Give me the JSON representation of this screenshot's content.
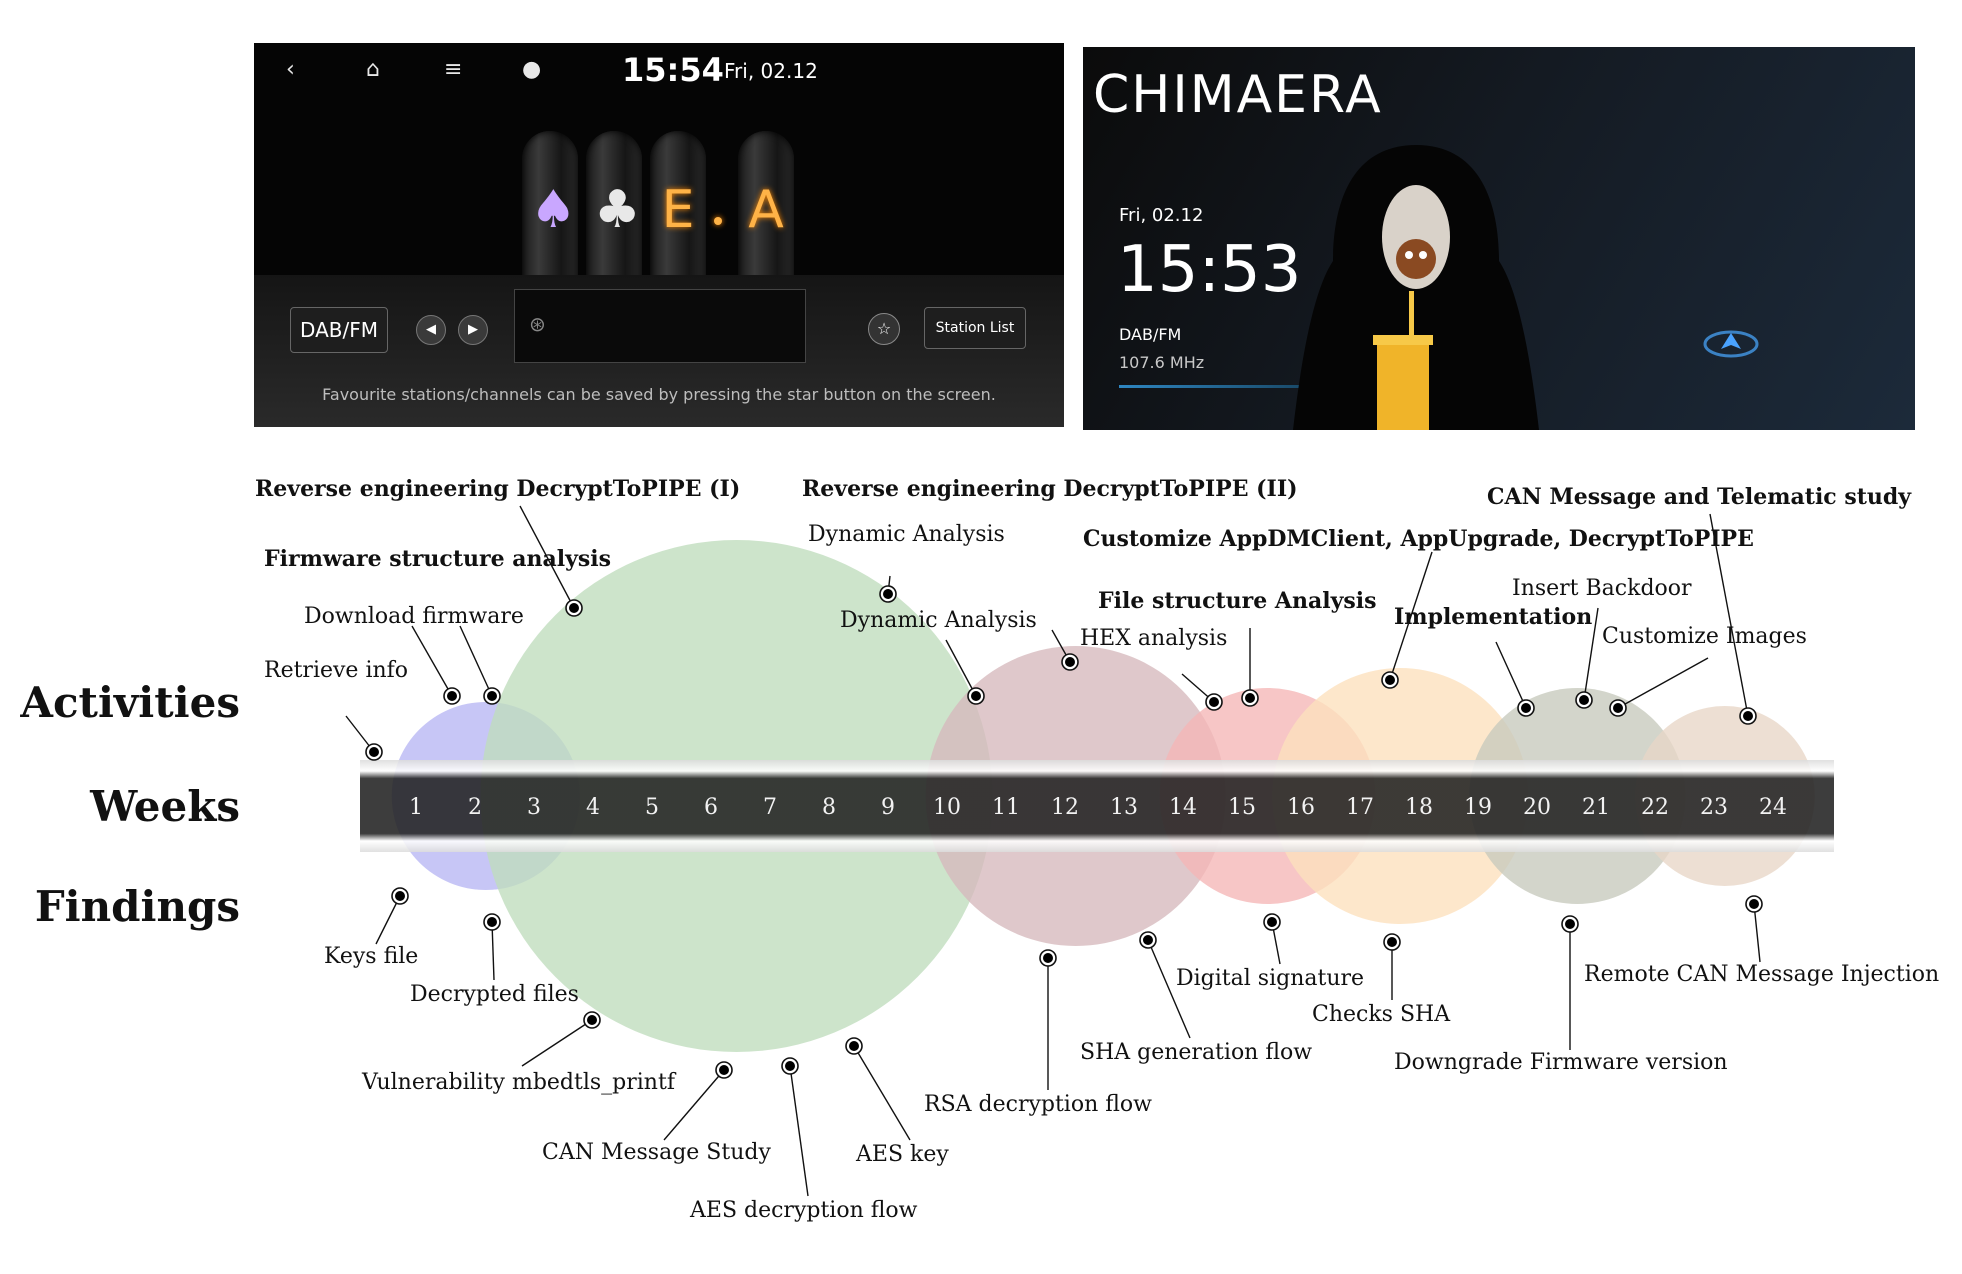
{
  "screen_left": {
    "time": "15:54",
    "date": "Fri, 02.12",
    "nav_icons": [
      "back-icon",
      "home-icon",
      "menu-icon",
      "mic-icon"
    ],
    "tube_glyphs": [
      "",
      "",
      "E",
      "A"
    ],
    "source_label": "DAB/FM",
    "station_list_label": "Station List",
    "hint": "Favourite stations/channels can be saved by pressing the star button on the screen.",
    "accent": "#ffb347"
  },
  "screen_right": {
    "title": "CHIMAERA",
    "date": "Fri, 02.12",
    "time": "15:53",
    "band": "DAB/FM",
    "frequency": "107.6 MHz"
  },
  "rows": {
    "activities": "Activities",
    "weeks": "Weeks",
    "findings": "Findings"
  },
  "weeks": [
    "1",
    "2",
    "3",
    "4",
    "5",
    "6",
    "7",
    "8",
    "9",
    "10",
    "11",
    "12",
    "13",
    "14",
    "15",
    "16",
    "17",
    "18",
    "19",
    "20",
    "21",
    "22",
    "23",
    "24"
  ],
  "phases": [
    {
      "name": "phase-firmware",
      "start": 1,
      "end": 3.5,
      "color": "#b7b6f3"
    },
    {
      "name": "phase-decrypt-1",
      "start": 3,
      "end": 10,
      "color": "#bfdcbd"
    },
    {
      "name": "phase-decrypt-2",
      "start": 10,
      "end": 14.5,
      "color": "#d6b9bc"
    },
    {
      "name": "phase-file-structure",
      "start": 14,
      "end": 17,
      "color": "#f5b6b6"
    },
    {
      "name": "phase-customize",
      "start": 16,
      "end": 19.5,
      "color": "#fde0bd"
    },
    {
      "name": "phase-implementation",
      "start": 19,
      "end": 22.5,
      "color": "#c6c9bd"
    },
    {
      "name": "phase-can",
      "start": 22,
      "end": 24.5,
      "color": "#e8d6c6"
    }
  ],
  "activities": [
    {
      "text": "Reverse engineering DecryptToPIPE (I)",
      "bold": true
    },
    {
      "text": "Reverse engineering DecryptToPIPE (II)",
      "bold": true
    },
    {
      "text": "CAN Message and Telematic study",
      "bold": true
    },
    {
      "text": "Customize AppDMClient, AppUpgrade, DecryptToPIPE",
      "bold": true
    },
    {
      "text": "Firmware structure analysis",
      "bold": true
    },
    {
      "text": "File structure Analysis",
      "bold": true
    },
    {
      "text": "Implementation",
      "bold": true
    },
    {
      "text": "Dynamic Analysis",
      "bold": false
    },
    {
      "text": "Dynamic Analysis",
      "bold": false
    },
    {
      "text": "Download firmware",
      "bold": false
    },
    {
      "text": "Retrieve info",
      "bold": false
    },
    {
      "text": "HEX analysis",
      "bold": false
    },
    {
      "text": "Insert Backdoor",
      "bold": false
    },
    {
      "text": "Customize Images",
      "bold": false
    }
  ],
  "findings": [
    "Keys file",
    "Decrypted files",
    "Vulnerability mbedtls_printf",
    "CAN Message Study",
    "AES decryption flow",
    "AES key",
    "RSA decryption flow",
    "SHA generation flow",
    "Digital signature",
    "Checks SHA",
    "Downgrade Firmware version",
    "Remote CAN Message Injection"
  ]
}
